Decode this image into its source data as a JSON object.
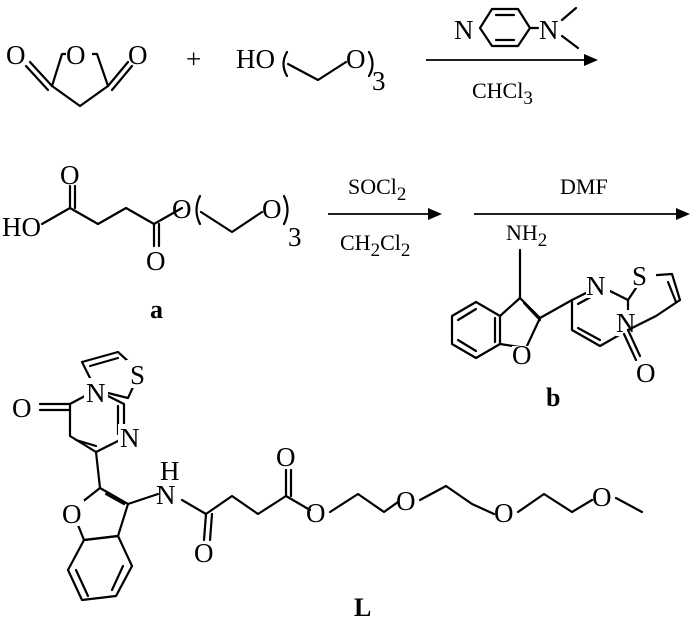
{
  "reaction_1": {
    "reagent_mark": "N",
    "plus": "+",
    "peg_start": "HO",
    "peg_o": "O",
    "peg_n": "3",
    "solvent_main": "CHCl",
    "solvent_sub": "3"
  },
  "reaction_2": {
    "ho": "HO",
    "peg_o": "O",
    "peg_n": "3",
    "reagent_main": "SOCl",
    "reagent_sub": "2",
    "solvent_main": "CH",
    "solvent_sub1": "2",
    "solvent_mid": "Cl",
    "solvent_sub2": "2",
    "label": "a"
  },
  "reaction_3": {
    "solvent": "DMF",
    "nh_main": "NH",
    "nh_sub": "2",
    "label": "b"
  },
  "product": {
    "nh": "H",
    "nh_n": "N",
    "label": "L"
  },
  "atoms": {
    "O": "O",
    "N": "N",
    "S": "S"
  }
}
